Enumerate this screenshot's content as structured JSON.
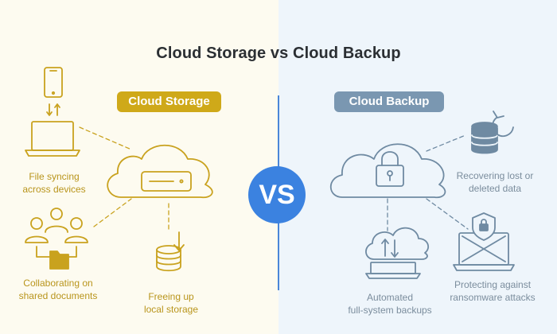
{
  "title": "Cloud Storage vs Cloud Backup",
  "vs_label": "VS",
  "left": {
    "heading": "Cloud Storage",
    "features": [
      {
        "line1": "File syncing",
        "line2": "across devices"
      },
      {
        "line1": "Collaborating on",
        "line2": "shared documents"
      },
      {
        "line1": "Freeing up",
        "line2": "local storage"
      }
    ]
  },
  "right": {
    "heading": "Cloud Backup",
    "features": [
      {
        "line1": "Recovering lost or",
        "line2": "deleted data"
      },
      {
        "line1": "Automated",
        "line2": "full-system  backups"
      },
      {
        "line1": "Protecting against",
        "line2": "ransomware attacks"
      }
    ]
  },
  "colors": {
    "storage_accent": "#cfa919",
    "backup_accent": "#7a97b1",
    "vs_blue": "#3b82e0",
    "divider": "#4a86d8"
  },
  "icons": {
    "left": [
      "smartphone-icon",
      "sync-arrows-icon",
      "laptop-icon",
      "cloud-storage-drive-icon",
      "users-group-icon",
      "folder-icon",
      "database-download-icon"
    ],
    "right": [
      "cloud-lock-icon",
      "database-restore-icon",
      "cloud-sync-laptop-icon",
      "shield-lock-laptop-icon"
    ]
  }
}
